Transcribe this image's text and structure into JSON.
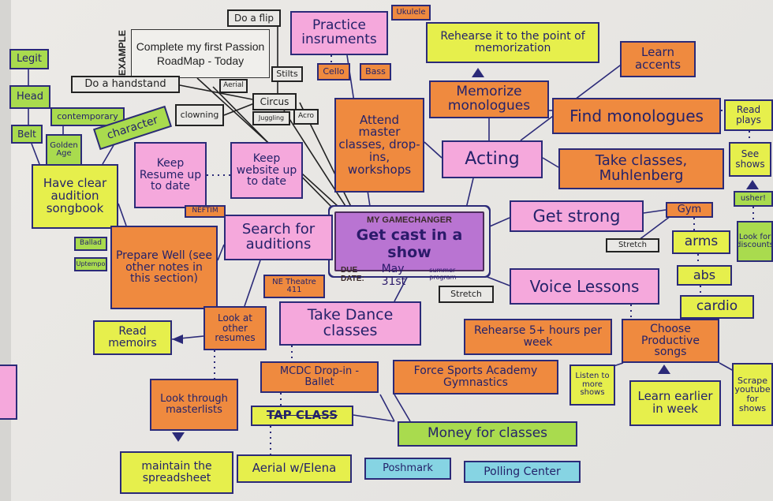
{
  "example": {
    "label": "EXAMPLE",
    "text": "Complete my first Passion RoadMap - Today"
  },
  "center": {
    "heading": "MY GAMECHANGER",
    "goal": "Get cast in a show",
    "due_label": "DUE DATE:",
    "due_value": "May 31st",
    "due_note": "summer program"
  },
  "circus": {
    "flip": "Do a flip",
    "handstand": "Do a handstand",
    "aerial": "Aerial",
    "stilts": "Stilts",
    "circus": "Circus",
    "juggling": "Juggling",
    "acro": "Acro",
    "clowning": "clowning"
  },
  "music": {
    "practice": "Practice insruments",
    "ukulele": "Ukulele",
    "cello": "Cello",
    "bass": "Bass"
  },
  "acting": {
    "rehearse": "Rehearse it to the point of memorization",
    "accents": "Learn accents",
    "memorize": "Memorize monologues",
    "find": "Find monologues",
    "read_plays": "Read plays",
    "attend": "Attend master classes, drop-ins, workshops",
    "acting": "Acting",
    "take_classes": "Take classes, Muhlenberg",
    "see_shows": "See shows",
    "usher": "usher!",
    "discounts": "Look for discounts"
  },
  "strong": {
    "get_strong": "Get strong",
    "gym": "Gym",
    "stretch": "Stretch",
    "arms": "arms",
    "abs": "abs",
    "cardio": "cardio"
  },
  "voice": {
    "lessons": "Voice Lessons",
    "stretch": "Stretch",
    "rehearse": "Rehearse 5+ hours per week",
    "choose": "Choose Productive songs",
    "listen": "Listen to more shows",
    "learn": "Learn earlier in week",
    "scrape": "Scrape youtube for shows"
  },
  "auditions": {
    "resume": "Keep Resume up to date",
    "website": "Keep website up to date",
    "songbook": "Have clear audition songbook",
    "legit": "Legit",
    "head": "Head",
    "contemporary": "contemporary",
    "belt": "Belt",
    "golden_age": "Golden Age",
    "character": "character",
    "ballad": "Ballad",
    "uptempo": "Uptempo",
    "neftim": "NEFTIM",
    "search": "Search for auditions",
    "prepare": "Prepare Well (see other notes in this section)",
    "ne_theatre": "NE Theatre 411",
    "look_resumes": "Look at other resumes",
    "memoirs": "Read memoirs",
    "masterlists": "Look through masterlists",
    "spreadsheet": "maintain the spreadsheet"
  },
  "dance": {
    "take_dance": "Take Dance classes",
    "mcdc": "MCDC Drop-in - Ballet",
    "force": "Force Sports Academy Gymnastics",
    "tap": "TAP CLASS",
    "aerial": "Aerial w/Elena",
    "money": "Money for classes",
    "poshmark": "Poshmark",
    "polling": "Polling Center"
  },
  "colors": {
    "orange": "#ef8a3f",
    "pink": "#f5a8dc",
    "yellow": "#e6ef4c",
    "green": "#a9db4e",
    "purple": "#b974d2",
    "cyan": "#86d4e3",
    "ink": "#2b2a78"
  }
}
